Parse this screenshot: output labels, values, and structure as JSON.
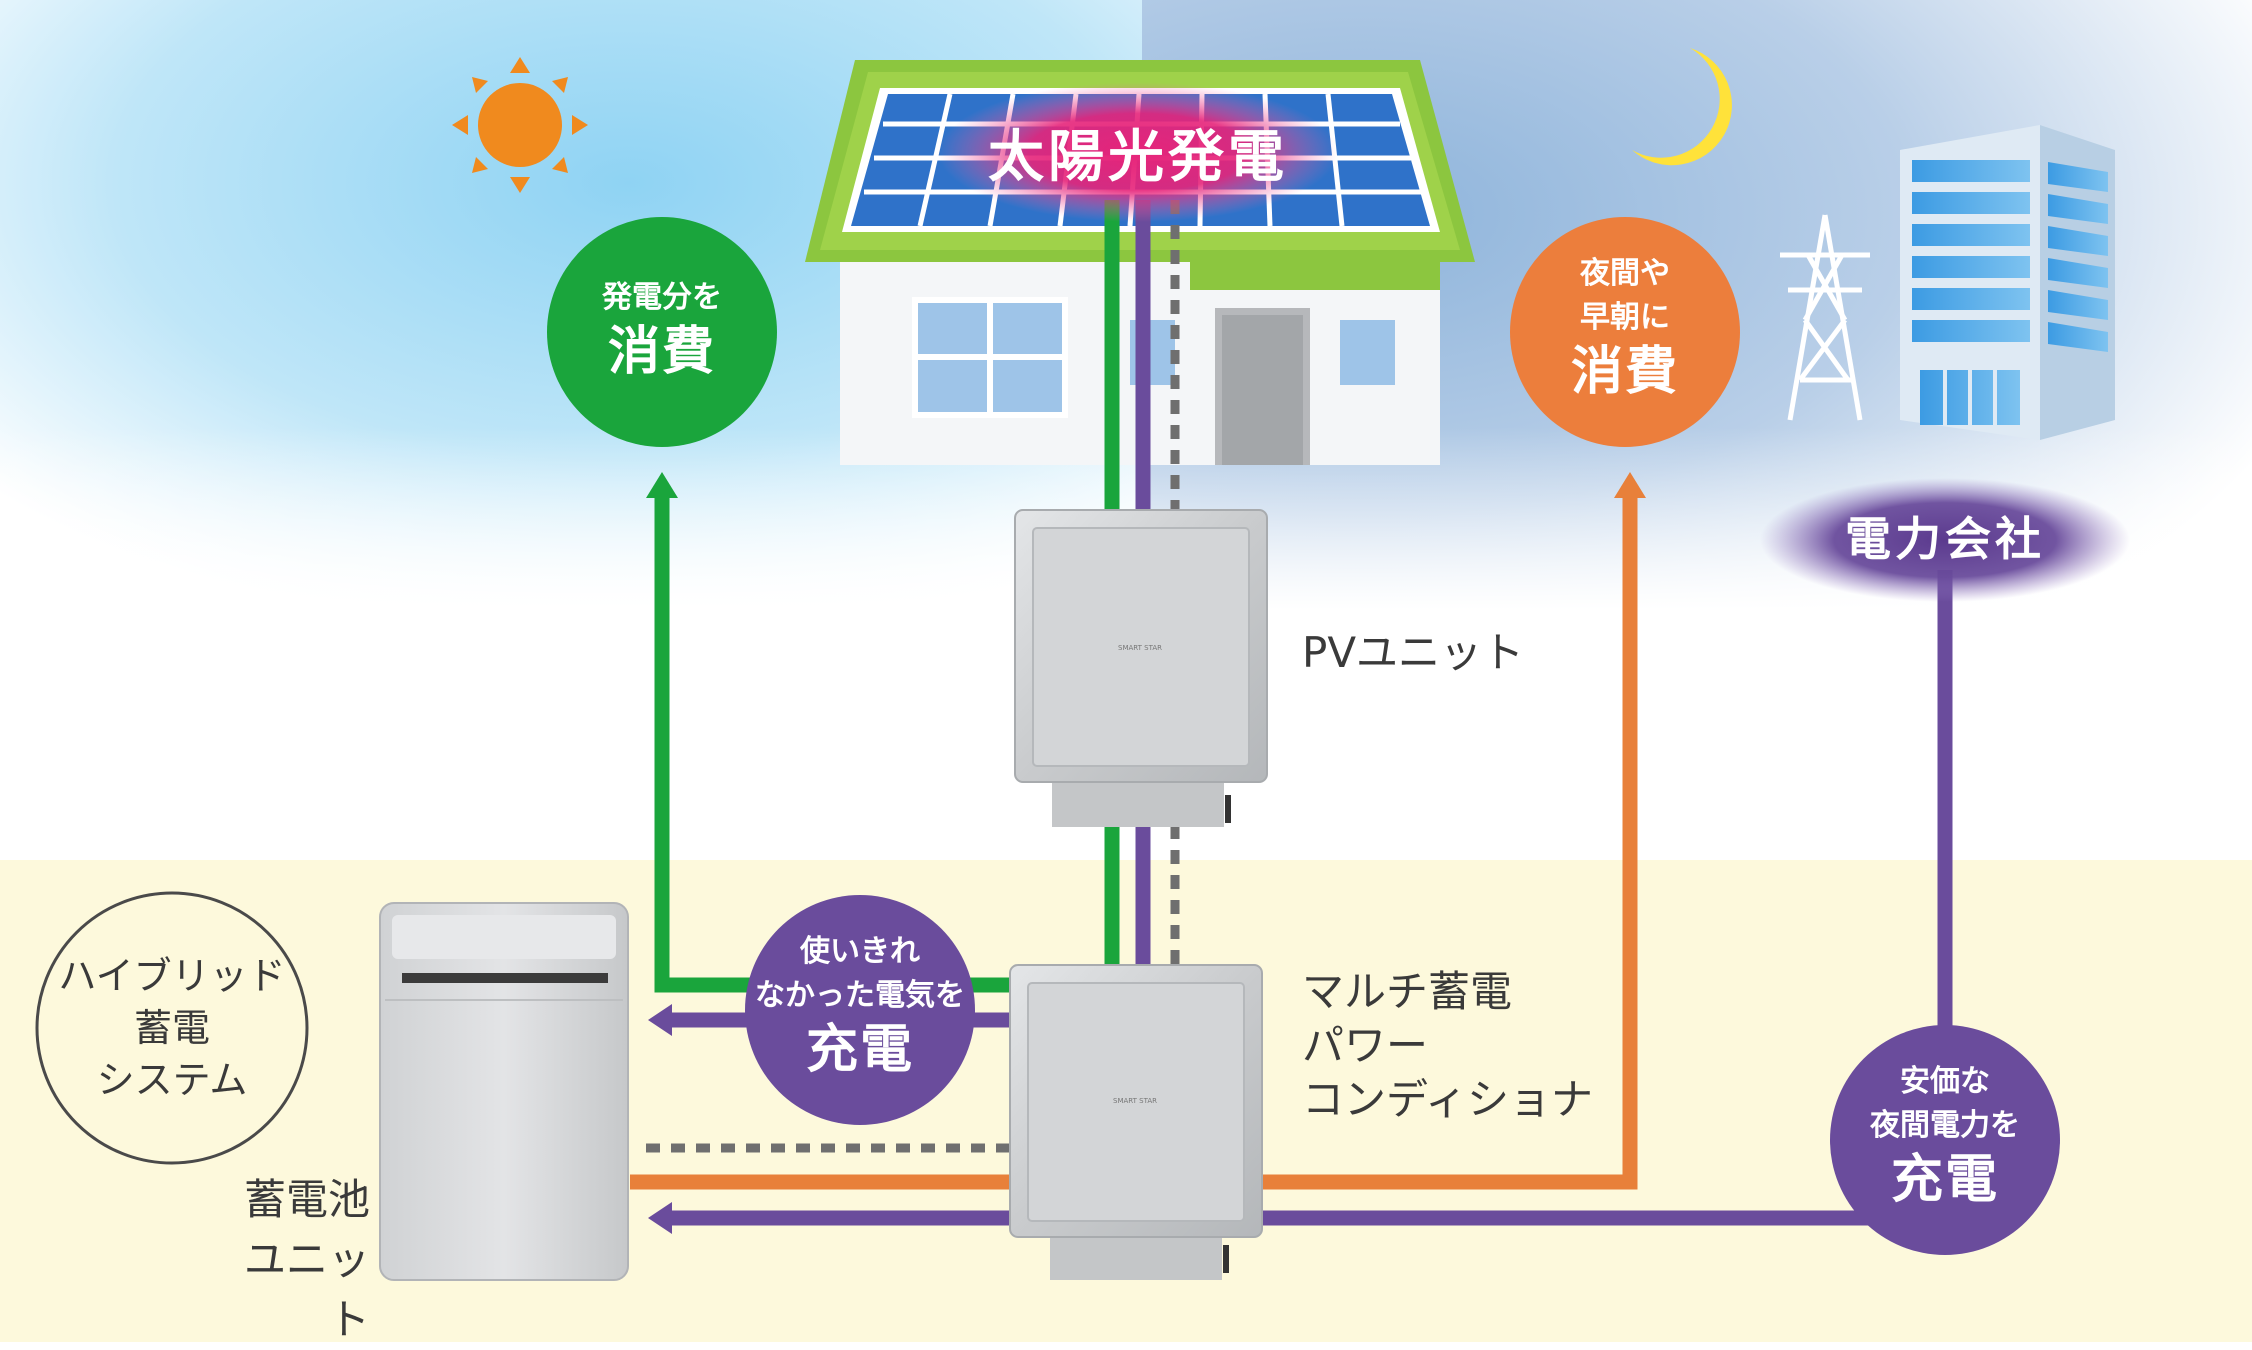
{
  "title_solar": "太陽光発電",
  "power_company": "電力会社",
  "pv_unit": "PVユニット",
  "multi_pcs": "マルチ蓄電\nパワー\nコンディショナ",
  "battery_unit": "蓄電池\nユニット",
  "hybrid_system": "ハイブリッド\n蓄電\nシステム",
  "circle_consume_day": {
    "small": "発電分を",
    "big": "消費"
  },
  "circle_consume_night": {
    "small1": "夜間や",
    "small2": "早朝に",
    "big": "消費"
  },
  "circle_charge_surplus": {
    "small1": "使いきれ",
    "small2": "なかった電気を",
    "big": "充電"
  },
  "circle_charge_night": {
    "small1": "安価な",
    "small2": "夜間電力を",
    "big": "充電"
  },
  "device_brand": "SMART STAR",
  "colors": {
    "green": "#1aa53c",
    "purple": "#6a4c9c",
    "orange": "#e8803a",
    "circle_orange": "#ec7e3c",
    "magenta": "#e6247a"
  }
}
